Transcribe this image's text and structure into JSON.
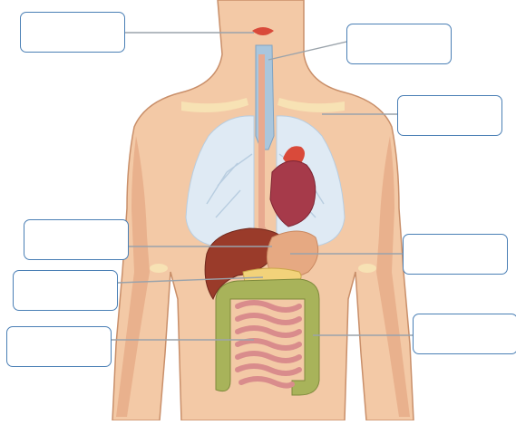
{
  "diagram": {
    "colors": {
      "skin": "#f3c9a6",
      "skin_outline": "#c98f6a",
      "muscle": "#e9b18d",
      "bone": "#f7e2b4",
      "lung": "#dfeaf4",
      "lung_vessel": "#b8cde0",
      "trachea": "#a9c6dd",
      "esophagus": "#e8a98f",
      "heart": "#a63a4a",
      "aorta": "#d94a3a",
      "liver": "#9a3b2a",
      "stomach": "#e6a982",
      "pancreas": "#f2d27a",
      "large_intestine": "#a8b35a",
      "small_intestine": "#d98c8c",
      "leader_line": "#9aa3ab",
      "box_border": "#4a7fb5"
    },
    "labels": [
      {
        "id": "box-1",
        "text": ""
      },
      {
        "id": "box-2",
        "text": ""
      },
      {
        "id": "box-3",
        "text": ""
      },
      {
        "id": "box-4",
        "text": ""
      },
      {
        "id": "box-5",
        "text": ""
      },
      {
        "id": "box-6",
        "text": ""
      },
      {
        "id": "box-7",
        "text": ""
      },
      {
        "id": "box-8",
        "text": ""
      }
    ]
  }
}
